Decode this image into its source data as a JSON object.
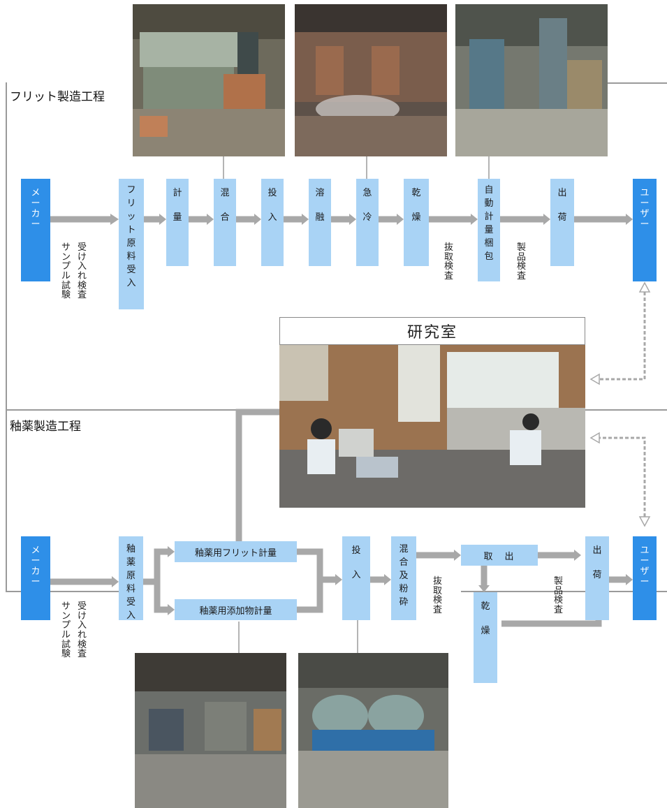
{
  "sections": {
    "frit_title": "フリット製造工程",
    "glaze_title": "釉薬製造工程"
  },
  "lab": {
    "title": "研究室"
  },
  "frit_flow": {
    "maker": "メーカー",
    "user": "ユーザー",
    "steps": [
      {
        "label": "フリット原料受入"
      },
      {
        "label": "計量"
      },
      {
        "label": "混合"
      },
      {
        "label": "投入"
      },
      {
        "label": "溶融"
      },
      {
        "label": "急冷"
      },
      {
        "label": "乾燥"
      },
      {
        "label": "自動計量梱包"
      },
      {
        "label": "出荷"
      }
    ],
    "inspections": [
      {
        "lines": [
          "受け入れ検査",
          "サンプル試験"
        ]
      },
      {
        "lines": [
          "抜取検査"
        ]
      },
      {
        "lines": [
          "製品検査"
        ]
      }
    ]
  },
  "glaze_flow": {
    "maker": "メーカー",
    "user": "ユーザー",
    "receive": "釉薬原料受入",
    "frit_weigh": "釉薬用フリット計量",
    "additive_weigh": "釉薬用添加物計量",
    "charge": "投入",
    "mix_grind": "混合及粉砕",
    "take_out": "取　出",
    "dry": "乾燥",
    "ship": "出荷",
    "inspections": [
      {
        "lines": [
          "受け入れ検査",
          "サンプル試験"
        ]
      },
      {
        "lines": [
          "抜取検査"
        ]
      },
      {
        "lines": [
          "製品検査"
        ]
      }
    ]
  },
  "colors": {
    "step_fill": "#a9d3f5",
    "endpoint_fill": "#2e8fe8",
    "arrow": "#a8a8a8",
    "frame": "#9a9a9a"
  }
}
